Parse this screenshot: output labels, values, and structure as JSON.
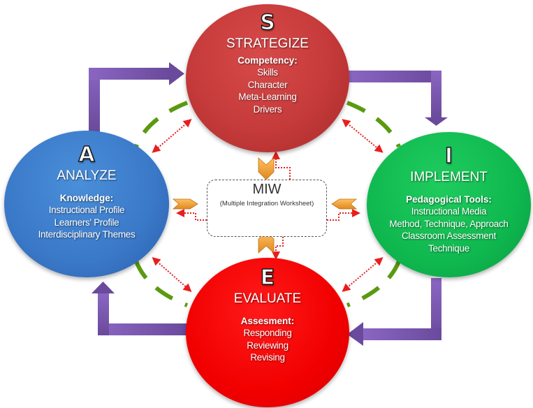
{
  "colors": {
    "strategize": "#c53a3a",
    "analyze": "#3a78c8",
    "implement": "#0fb84f",
    "evaluate": "#f20000",
    "flow_arrow": "#7b58b0",
    "cycle_arc": "#5a9a10",
    "feedback": "#e81e1e",
    "chevron": "#f2a03a"
  },
  "nodes": {
    "strategize": {
      "letter": "S",
      "title": "STRATEGIZE",
      "subhead": "Competency:",
      "items": [
        "Skills",
        "Character",
        "Meta-Learning",
        "Drivers"
      ]
    },
    "analyze": {
      "letter": "A",
      "title": "ANALYZE",
      "subhead": "Knowledge:",
      "items": [
        "Instructional Profile",
        "Learners' Profile",
        "Interdisciplinary Themes"
      ]
    },
    "implement": {
      "letter": "I",
      "title": "IMPLEMENT",
      "subhead": "Pedagogical Tools:",
      "items": [
        "Instructional Media",
        "Method, Technique, Approach",
        "Classroom Assessment",
        "Technique"
      ]
    },
    "evaluate": {
      "letter": "E",
      "title": "EVALUATE",
      "subhead": "Assesment:",
      "items": [
        "Responding",
        "Reviewing",
        "Revising"
      ]
    }
  },
  "center": {
    "title": "MIW",
    "subtitle": "(Multiple Integration Worksheet)"
  },
  "flow": [
    "Analyze",
    "Strategize",
    "Implement",
    "Evaluate"
  ]
}
